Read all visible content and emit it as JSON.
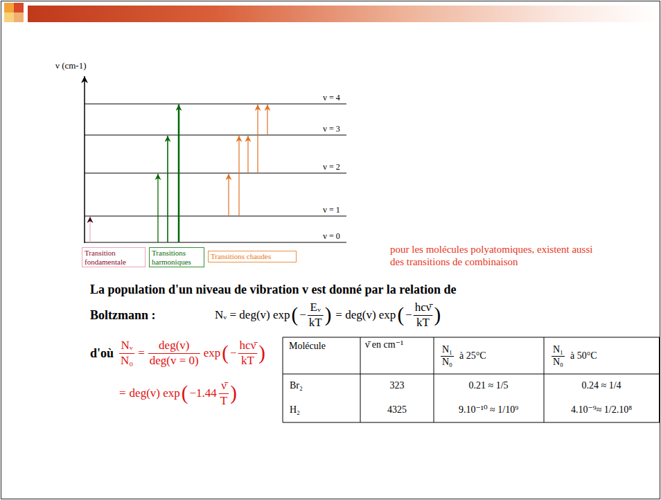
{
  "diagram": {
    "nodes": [
      {
        "text": [
          "Transition fondamentale"
        ]
      },
      {
        "text": [
          "Transitions harmoniques"
        ]
      },
      {
        "text": [
          "Transitions chaudes"
        ]
      }
    ],
    "labels": [
      "ν (cm-1)",
      "v = 4",
      "v = 3",
      "v = 2",
      "v = 1",
      "v = 0",
      "pour les molécules polyatomiques, existent aussi des transitions de combinaison",
      "La population d'un niveau de vibration v est donné par la relation de Boltzmann :",
      "Nᵥ = deg(v) exp",
      "(",
      "−",
      "Eᵥ",
      "kT",
      ")",
      "= deg(v) exp",
      "(",
      "−",
      "hcν̄",
      "kT",
      ")",
      "d'où",
      "Nᵥ",
      "N₀",
      "=",
      "deg(v)",
      "deg(v = 0)",
      "exp",
      "(",
      "−",
      "hcν̄",
      "kT",
      ")",
      "=",
      "deg(v) exp",
      "(",
      "−1.44",
      "ν̄",
      "T",
      ")",
      "Molécule",
      "ν̄  en cm⁻¹",
      "N₁",
      "N₀",
      "à 25°C",
      "N₁",
      "N₀",
      "à 50°C",
      "Br₂",
      "323",
      "0.21 ≈ 1/5",
      "0.24 ≈ 1/4",
      "H₂",
      "4325",
      "9.10⁻¹⁰ ≈ 1/10⁹",
      "4.10⁻⁹≈ 1/2.10⁸"
    ]
  }
}
